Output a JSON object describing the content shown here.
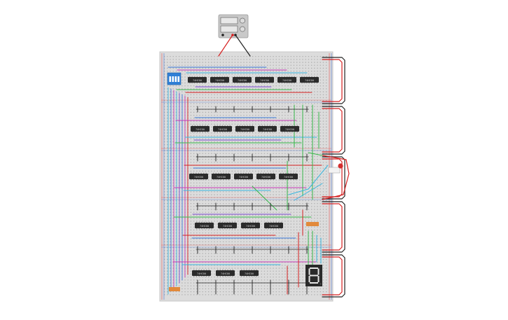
{
  "colors": {
    "background": "#ffffff",
    "board": "#dcdcdc",
    "board_edge": "#c8c8c8",
    "hole": "#8a8a8a",
    "rail_red": "#e03030",
    "rail_blue": "#3060d0",
    "chip": "#2b2b2b",
    "chip_label": "#cfcfcf",
    "psu_case": "#c9c9c9",
    "wire_red": "#d62020",
    "wire_black": "#222222",
    "wire_blue": "#3a78d8",
    "wire_cyan": "#37b6e0",
    "wire_green": "#37b84a",
    "wire_magenta": "#c83ab8",
    "wire_purple": "#7b4bd0",
    "seg_display": "#2a2a2a",
    "seg_lit": "#e6e6e6",
    "dip_switch": "#2f7fd6",
    "resistor": "#e2893a",
    "led_red": "#d32f2f"
  },
  "components": {
    "power_supply": {
      "name": "bench-power-supply",
      "channels": 2
    },
    "dip_switch": {
      "name": "dip-switch",
      "positions": 4
    },
    "seven_segment": {
      "name": "seven-segment-display",
      "digit": "8"
    },
    "chip_label": "74HC00",
    "chip_rows": [
      6,
      5,
      5,
      4,
      3
    ],
    "resistor_packs": 2,
    "leds": 1
  }
}
